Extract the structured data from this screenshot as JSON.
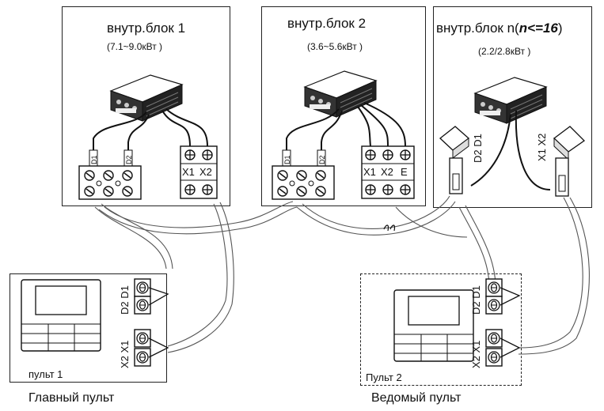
{
  "units": [
    {
      "title": "внутр.блок 1",
      "capacity": "(7.1~9.0кВт )",
      "label_d1": "D1",
      "label_d2": "D2",
      "terms": [
        "X1",
        "X2"
      ]
    },
    {
      "title": "внутр.блок 2",
      "capacity": "(3.6~5.6кВт )",
      "label_d1": "D1",
      "label_d2": "D2",
      "terms": [
        "X1",
        "X2",
        "E"
      ]
    },
    {
      "title_prefix": "внутр.блок n(",
      "title_italic": "n<=16",
      "title_suffix": ")",
      "capacity": "(2.2/2.8кВт )",
      "connector_d": "D2 D1",
      "connector_x": "X1 X2"
    }
  ],
  "controllers": [
    {
      "box_label": "пульт 1",
      "caption": "Главный пульт",
      "d_label": "D2 D1",
      "x_label": "X2 X1",
      "border": "solid"
    },
    {
      "box_label": "Пульт 2",
      "caption": "Ведомый пульт",
      "d_label": "D2 D1",
      "x_label": "X2 X1",
      "border": "dashed"
    }
  ]
}
